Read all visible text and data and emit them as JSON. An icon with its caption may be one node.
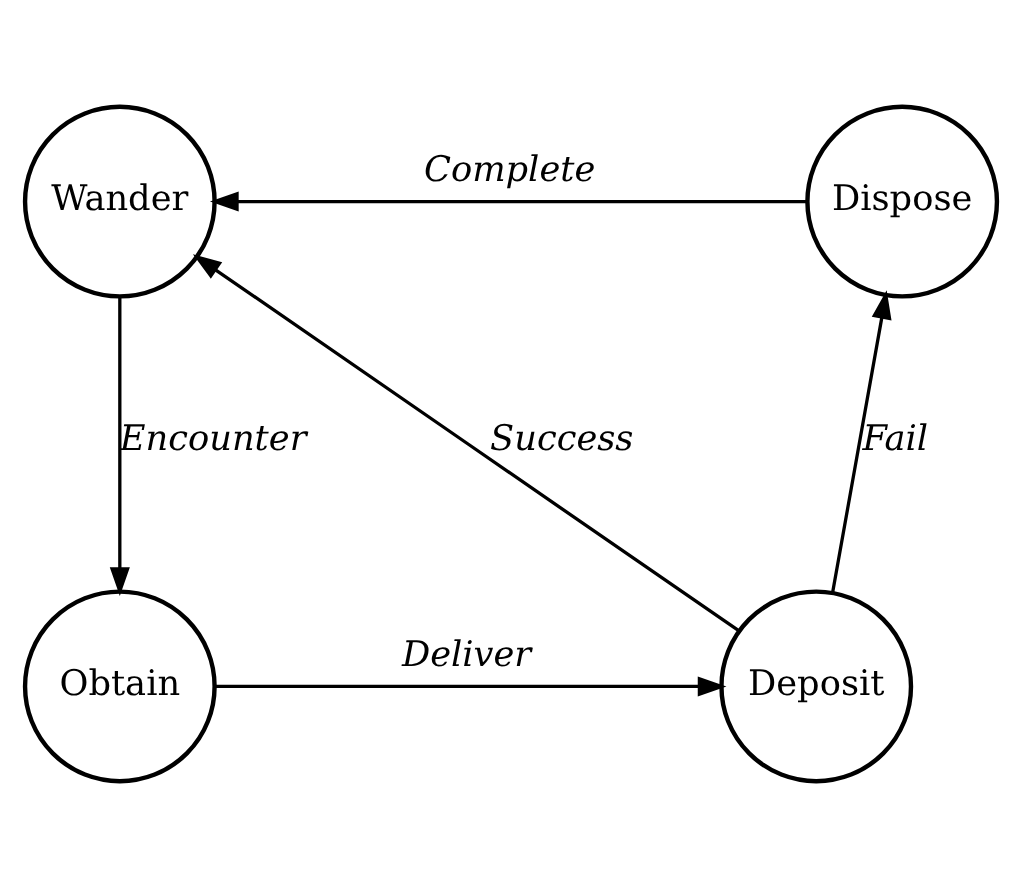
{
  "diagram": {
    "nodes": [
      {
        "text": [
          "Wander"
        ]
      },
      {
        "text": [
          "Dispose"
        ]
      },
      {
        "text": [
          "Obtain"
        ]
      },
      {
        "text": [
          "Deposit"
        ]
      }
    ],
    "edges": [
      {
        "from": 1,
        "to": 0,
        "arrow": "to",
        "label": "Complete"
      },
      {
        "from": 0,
        "to": 2,
        "arrow": "to",
        "label": "Encounter"
      },
      {
        "from": 2,
        "to": 3,
        "arrow": "to",
        "label": "Deliver"
      },
      {
        "from": 3,
        "to": 0,
        "arrow": "to",
        "label": "Success"
      },
      {
        "from": 3,
        "to": 1,
        "arrow": "to",
        "label": "Fail"
      }
    ]
  }
}
